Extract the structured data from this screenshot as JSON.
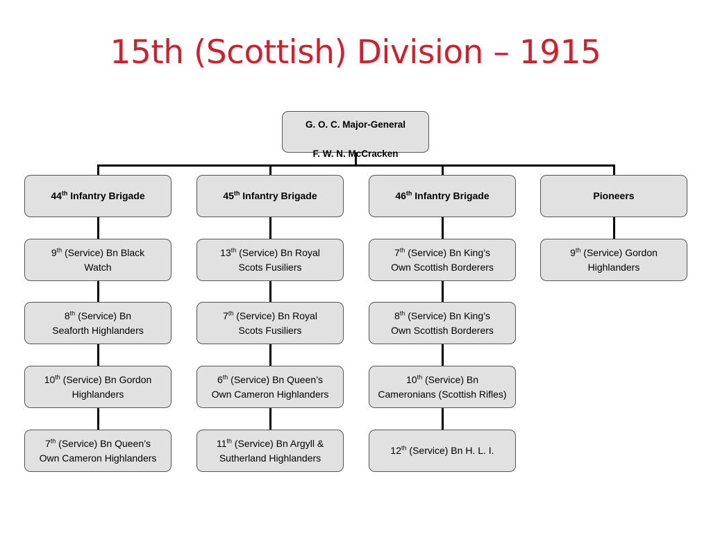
{
  "title": "15th (Scottish) Division – 1915",
  "colors": {
    "title": "#d31f2b",
    "box_fill": "#e1e1e1",
    "box_border": "#555555",
    "connector": "#000000"
  },
  "root": {
    "line1": "G. O. C. Major-General",
    "line2": "F. W. N. McCracken"
  },
  "columns": [
    {
      "header": {
        "num": "44",
        "sup": "th",
        "text": " Infantry Brigade"
      },
      "units": [
        {
          "num": "9",
          "sup": "th",
          "text": " (Service) Bn Black\nWatch"
        },
        {
          "num": "8",
          "sup": "th",
          "text": " (Service) Bn\nSeaforth Highlanders"
        },
        {
          "num": "10",
          "sup": "th",
          "text": " (Service) Bn Gordon\nHighlanders"
        },
        {
          "num": "7",
          "sup": "th",
          "text": " (Service) Bn Queen’s\nOwn Cameron Highlanders"
        }
      ]
    },
    {
      "header": {
        "num": "45",
        "sup": "th",
        "text": " Infantry Brigade"
      },
      "units": [
        {
          "num": "13",
          "sup": "th",
          "text": " (Service) Bn Royal\nScots Fusiliers"
        },
        {
          "num": "7",
          "sup": "th",
          "text": " (Service) Bn Royal\nScots Fusiliers"
        },
        {
          "num": "6",
          "sup": "th",
          "text": " (Service) Bn Queen’s\nOwn Cameron Highlanders"
        },
        {
          "num": "11",
          "sup": "th",
          "text": " (Service) Bn Argyll &\nSutherland Highlanders"
        }
      ]
    },
    {
      "header": {
        "num": "46",
        "sup": "th",
        "text": " Infantry Brigade"
      },
      "units": [
        {
          "num": "7",
          "sup": "th",
          "text": " (Service) Bn King’s\nOwn Scottish Borderers"
        },
        {
          "num": "8",
          "sup": "th",
          "text": " (Service) Bn King’s\nOwn Scottish Borderers"
        },
        {
          "num": "10",
          "sup": "th",
          "text": " (Service) Bn\nCameronians (Scottish Rifles)"
        },
        {
          "num": "12",
          "sup": "th",
          "text": " (Service) Bn H. L. I."
        }
      ]
    },
    {
      "header": {
        "num": "",
        "sup": "",
        "text": "Pioneers"
      },
      "units": [
        {
          "num": "9",
          "sup": "th",
          "text": " (Service) Gordon\nHighlanders"
        }
      ]
    }
  ]
}
